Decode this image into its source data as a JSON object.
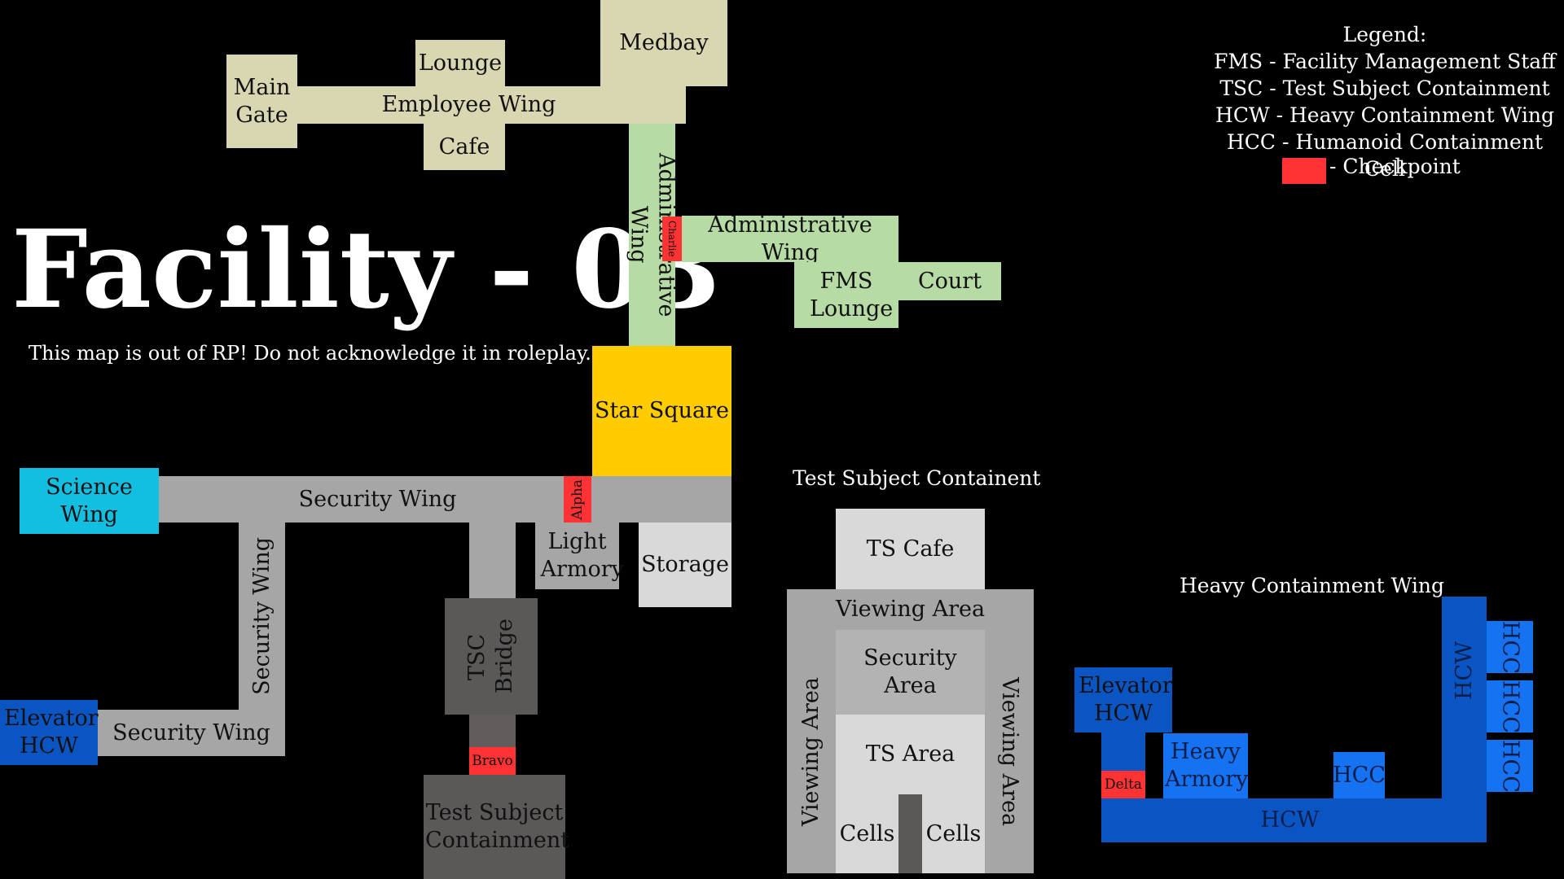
{
  "title": "Facility - 03",
  "disclaimer": "This map is out of RP! Do not acknowledge it in roleplay.",
  "legend": {
    "heading": "Legend:",
    "entries": [
      "FMS - Facility Management Staff",
      "TSC - Test Subject Containment",
      "HCW - Heavy Containment Wing",
      "HCC - Humanoid Containment Cell"
    ],
    "checkpoint_label": "- Checkpoint"
  },
  "section_labels": {
    "test_subject": "Test Subject Containent",
    "heavy": "Heavy Containment Wing"
  },
  "rooms": {
    "main_gate": "Main Gate",
    "lounge": "Lounge",
    "medbay": "Medbay",
    "employee_wing": "Employee Wing",
    "cafe": "Cafe",
    "admin_wing_vertical": "Administrative Wing",
    "admin_wing": "Administrative Wing",
    "fms_lounge": "FMS Lounge",
    "court": "Court",
    "star_square": "Star Square",
    "science_wing": "Science Wing",
    "security_wing_main": "Security Wing",
    "security_wing_vertical": "Security Wing",
    "security_wing_lower": "Security Wing",
    "light_armory": "Light Armory",
    "storage": "Storage",
    "tsc_bridge": "TSC Bridge",
    "test_subject_containment": "Test Subject Containment",
    "elevator_hcw_left": "Elevator HCW",
    "ts_cafe": "TS Cafe",
    "viewing_area_top": "Viewing Area",
    "viewing_area_left": "Viewing Area",
    "viewing_area_right": "Viewing Area",
    "security_area": "Security Area",
    "ts_area": "TS Area",
    "cells_left": "Cells",
    "cells_right": "Cells",
    "elevator_hcw_right": "Elevator HCW",
    "heavy_armory": "Heavy Armory",
    "hcc_small": "HCC",
    "hcw_bottom": "HCW",
    "hcw_vertical": "HCW",
    "hcc_1": "HCC",
    "hcc_2": "HCC",
    "hcc_3": "HCC"
  },
  "checkpoints": {
    "alpha": "Alpha",
    "bravo": "Bravo",
    "charlie": "Charlie",
    "delta": "Delta"
  },
  "colors": {
    "background": "#000000",
    "employee": "#d9d7b2",
    "administrative": "#b7dba4",
    "star_square": "#ffcc00",
    "security": "#a6a6a6",
    "storage": "#d9d9d9",
    "tsc": "#5b5858",
    "science": "#13bfe0",
    "hcw": "#0a55c2",
    "hcc": "#1573f2",
    "checkpoint": "#ff3333"
  }
}
